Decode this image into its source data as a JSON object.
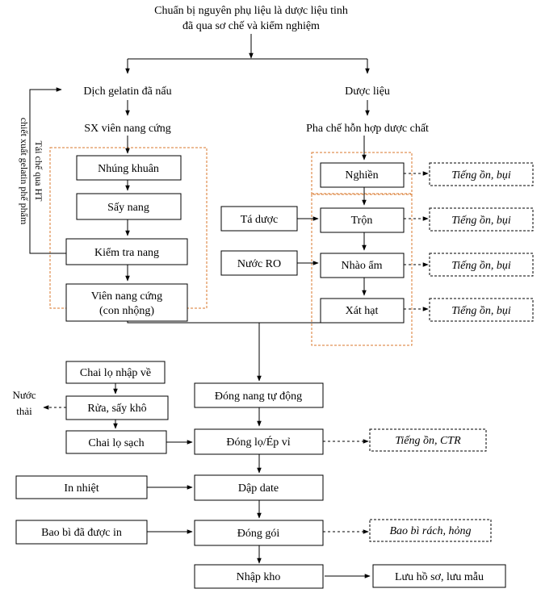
{
  "header": {
    "line1": "Chuẩn bị nguyên phụ liệu là dược liệu tinh",
    "line2": "đã qua sơ chế và kiểm nghiệm"
  },
  "gelatin": {
    "cooked": "Dịch gelatin đã nấu",
    "sx_label": "SX viên nang cứng",
    "recycle_line1": "Tái chế qua HT",
    "recycle_line2": "chiết xuất gelatin phế phẩm"
  },
  "capsule_steps": {
    "dip": "Nhúng khuân",
    "dry": "Sấy nang",
    "inspect": "Kiểm tra nang",
    "final_line1": "Viên nang cứng",
    "final_line2": "(con nhộng)"
  },
  "herb": {
    "label": "Dược liệu",
    "mix_label": "Pha chế hỗn hợp dược chất"
  },
  "herb_steps": {
    "grind": "Nghiền",
    "blend": "Trộn",
    "knead": "Nhào ẩm",
    "granulate": "Xát hạt"
  },
  "inputs": {
    "excipient": "Tá dược",
    "ro_water": "Nước RO"
  },
  "noise": "Tiếng ồn, bụi",
  "bottles": {
    "imported": "Chai lọ nhập về",
    "wash_dry": "Rửa, sấy khô",
    "clean": "Chai lọ sạch",
    "wastewater_line1": "Nước",
    "wastewater_line2": "thải"
  },
  "process": {
    "auto_fill": "Đóng nang tự động",
    "bottle_blister": "Đóng lọ/Ép vỉ",
    "date_stamp": "Dập date",
    "packing": "Đóng gói",
    "storage": "Nhập kho"
  },
  "side_inputs": {
    "heat_print": "In nhiệt",
    "printed_packaging": "Bao bì đã được in"
  },
  "outputs": {
    "noise_ctr": "Tiếng ồn, CTR",
    "damaged_packaging": "Bao bì rách, hỏng",
    "records": "Lưu hồ sơ, lưu mẫu"
  },
  "colors": {
    "line": "#000000",
    "group_border": "#d9772b"
  }
}
